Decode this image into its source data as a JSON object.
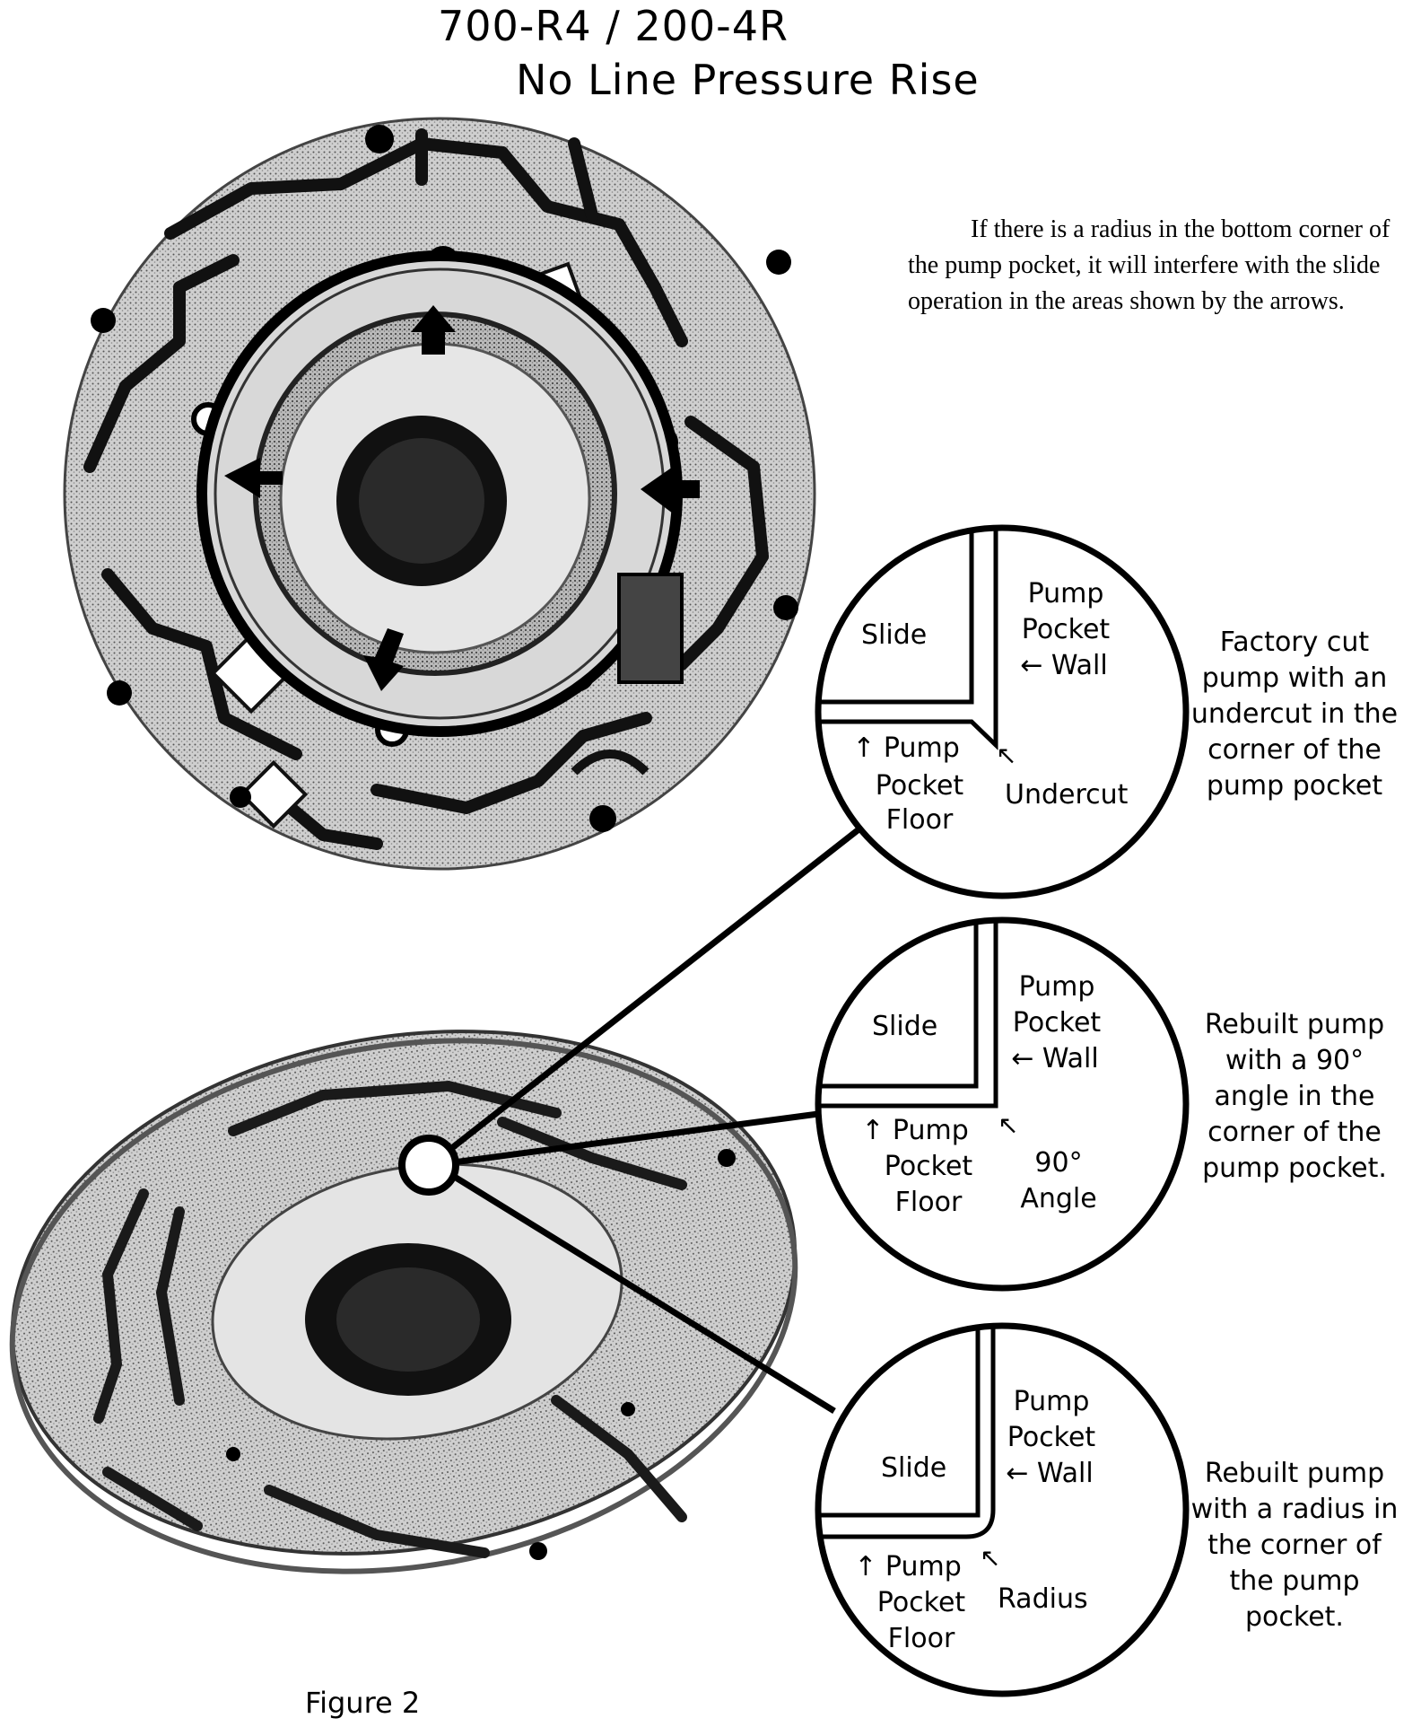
{
  "title": {
    "line1": "700-R4 / 200-4R",
    "line2": "No Line Pressure Rise"
  },
  "note": "If there is a radius in the bottom corner of the pump pocket, it will interfere with the slide operation in the areas shown by the arrows.",
  "details": [
    {
      "slide": "Slide",
      "wall": [
        "Pump",
        "Pocket",
        "← Wall"
      ],
      "floor": [
        "↑ Pump",
        "Pocket",
        "Floor"
      ],
      "corner_arrow": "↖",
      "corner_label": [
        "Undercut"
      ],
      "caption": [
        "Factory cut",
        "pump with an",
        "undercut in the",
        "corner of the",
        "pump pocket"
      ]
    },
    {
      "slide": "Slide",
      "wall": [
        "Pump",
        "Pocket",
        "← Wall"
      ],
      "floor": [
        "↑ Pump",
        "Pocket",
        "Floor"
      ],
      "corner_arrow": "↖",
      "corner_label": [
        "90°",
        "Angle"
      ],
      "caption": [
        "Rebuilt pump",
        "with a 90°",
        "angle in the",
        "corner of the",
        "pump pocket."
      ]
    },
    {
      "slide": "Slide",
      "wall": [
        "Pump",
        "Pocket",
        "← Wall"
      ],
      "floor": [
        "↑ Pump",
        "Pocket",
        "Floor"
      ],
      "corner_arrow": "↖",
      "corner_label": [
        "Radius"
      ],
      "caption": [
        "Rebuilt pump",
        "with a radius in",
        "the corner of",
        "the pump",
        "pocket."
      ]
    }
  ],
  "figure_label": "Figure 2",
  "images": {
    "top": "pump-body-top-view-photo",
    "bottom": "pump-body-angled-view-photo"
  }
}
